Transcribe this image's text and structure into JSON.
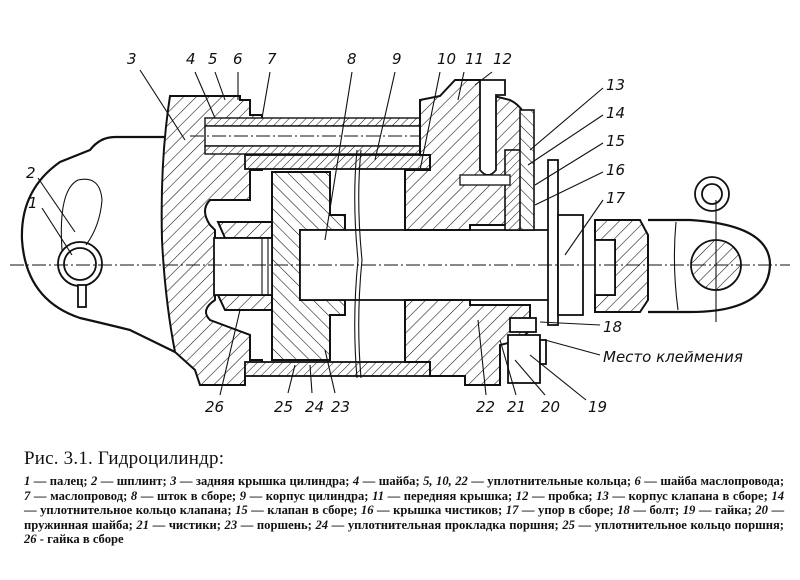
{
  "figure": {
    "title": "Рис. 3.1. Гидроцилиндр:",
    "legend": [
      {
        "num": "1",
        "text": "палец"
      },
      {
        "num": "2",
        "text": "шплинт"
      },
      {
        "num": "3",
        "text": "задняя крышка цилиндра"
      },
      {
        "num": "4",
        "text": "шайба"
      },
      {
        "num": "5, 10, 22",
        "text": "уплотнительные кольца"
      },
      {
        "num": "6",
        "text": "шайба маслопровода"
      },
      {
        "num": "7",
        "text": "маслопровод"
      },
      {
        "num": "8",
        "text": "шток в сборе"
      },
      {
        "num": "9",
        "text": "корпус цилиндра"
      },
      {
        "num": "11",
        "text": "передняя крышка"
      },
      {
        "num": "12",
        "text": "пробка"
      },
      {
        "num": "13",
        "text": "корпус клапана в сборе"
      },
      {
        "num": "14",
        "text": "уплотнительное кольцо клапана"
      },
      {
        "num": "15",
        "text": "клапан в сборе"
      },
      {
        "num": "16",
        "text": "крышка чистиков"
      },
      {
        "num": "17",
        "text": "упор в сборе"
      },
      {
        "num": "18",
        "text": "болт"
      },
      {
        "num": "19",
        "text": "гайка"
      },
      {
        "num": "20",
        "text": "пружинная шайба"
      },
      {
        "num": "21",
        "text": "чистики"
      },
      {
        "num": "23",
        "text": "поршень"
      },
      {
        "num": "24",
        "text": "уплотнительная прокладка поршня"
      },
      {
        "num": "25",
        "text": "уплотнительное кольцо поршня"
      },
      {
        "num": "26",
        "text": "гайка в сборе"
      }
    ],
    "callouts": {
      "c1": "1",
      "c2": "2",
      "c3": "3",
      "c4": "4",
      "c5": "5",
      "c6": "6",
      "c7": "7",
      "c8": "8",
      "c9": "9",
      "c10": "10",
      "c11": "11",
      "c12": "12",
      "c13": "13",
      "c14": "14",
      "c15": "15",
      "c16": "16",
      "c17": "17",
      "c18": "18",
      "c19": "19",
      "c20": "20",
      "c21": "21",
      "c22": "22",
      "c23": "23",
      "c24": "24",
      "c25": "25",
      "c26": "26"
    },
    "note": "Место клеймения"
  }
}
